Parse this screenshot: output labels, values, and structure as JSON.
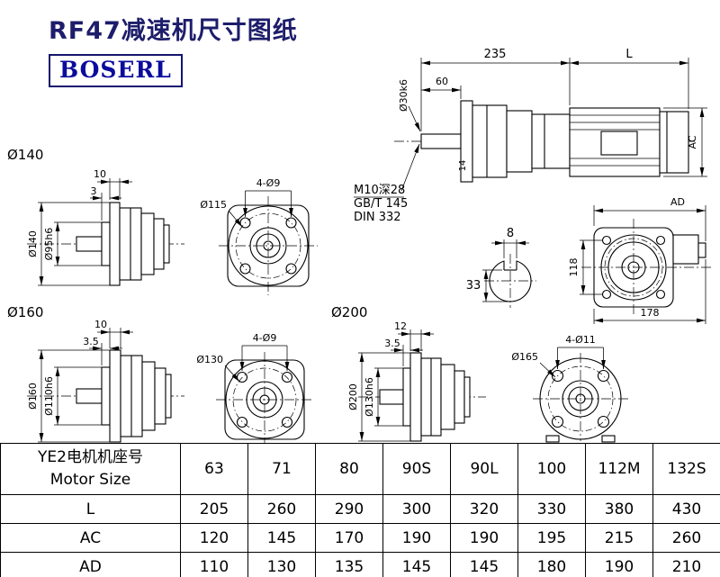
{
  "page": {
    "title": "RF47减速机尺寸图纸",
    "logo": "BOSERL",
    "colors": {
      "title": "#1d1d6b",
      "logo_text": "#0b0b9d",
      "logo_border": "#14146e",
      "line": "#000000"
    }
  },
  "main_view": {
    "dim_top_left": "235",
    "dim_top_right": "L",
    "dim_shaft_len": "60",
    "dim_shaft_dia": "Ø30k6",
    "dim_motor_dia": "AC",
    "dim_14": "14",
    "note_line1": "M10深28",
    "note_line2": "GB/T 145",
    "note_line3": "DIN 332",
    "key_width": "8",
    "key_height": "33"
  },
  "rear_view": {
    "dim_ad": "AD",
    "dim_118": "118",
    "dim_178": "178"
  },
  "flange140": {
    "label": "Ø140",
    "dim_thickness": "10",
    "dim_step": "3",
    "dim_od": "Ø140",
    "dim_spigot": "Ø95h6"
  },
  "face115": {
    "holes": "4-Ø9",
    "bolt_circle": "Ø115"
  },
  "flange160": {
    "label": "Ø160",
    "dim_thickness": "10",
    "dim_step": "3.5",
    "dim_od": "Ø160",
    "dim_spigot": "Ø110h6"
  },
  "face130": {
    "holes": "4-Ø9",
    "bolt_circle": "Ø130"
  },
  "flange200": {
    "label": "Ø200",
    "dim_thickness": "12",
    "dim_step": "3.5",
    "dim_od": "Ø200",
    "dim_spigot": "Ø130h6"
  },
  "face165": {
    "holes": "4-Ø11",
    "bolt_circle": "Ø165"
  },
  "table": {
    "header": {
      "line1": "YE2电机机座号",
      "line2": "Motor Size"
    },
    "sizes": [
      "63",
      "71",
      "80",
      "90S",
      "90L",
      "100",
      "112M",
      "132S"
    ],
    "rows": [
      {
        "label": "L",
        "values": [
          "205",
          "260",
          "290",
          "300",
          "320",
          "330",
          "380",
          "430"
        ]
      },
      {
        "label": "AC",
        "values": [
          "120",
          "145",
          "170",
          "190",
          "190",
          "195",
          "215",
          "260"
        ]
      },
      {
        "label": "AD",
        "values": [
          "110",
          "130",
          "135",
          "145",
          "145",
          "180",
          "190",
          "210"
        ]
      }
    ]
  }
}
